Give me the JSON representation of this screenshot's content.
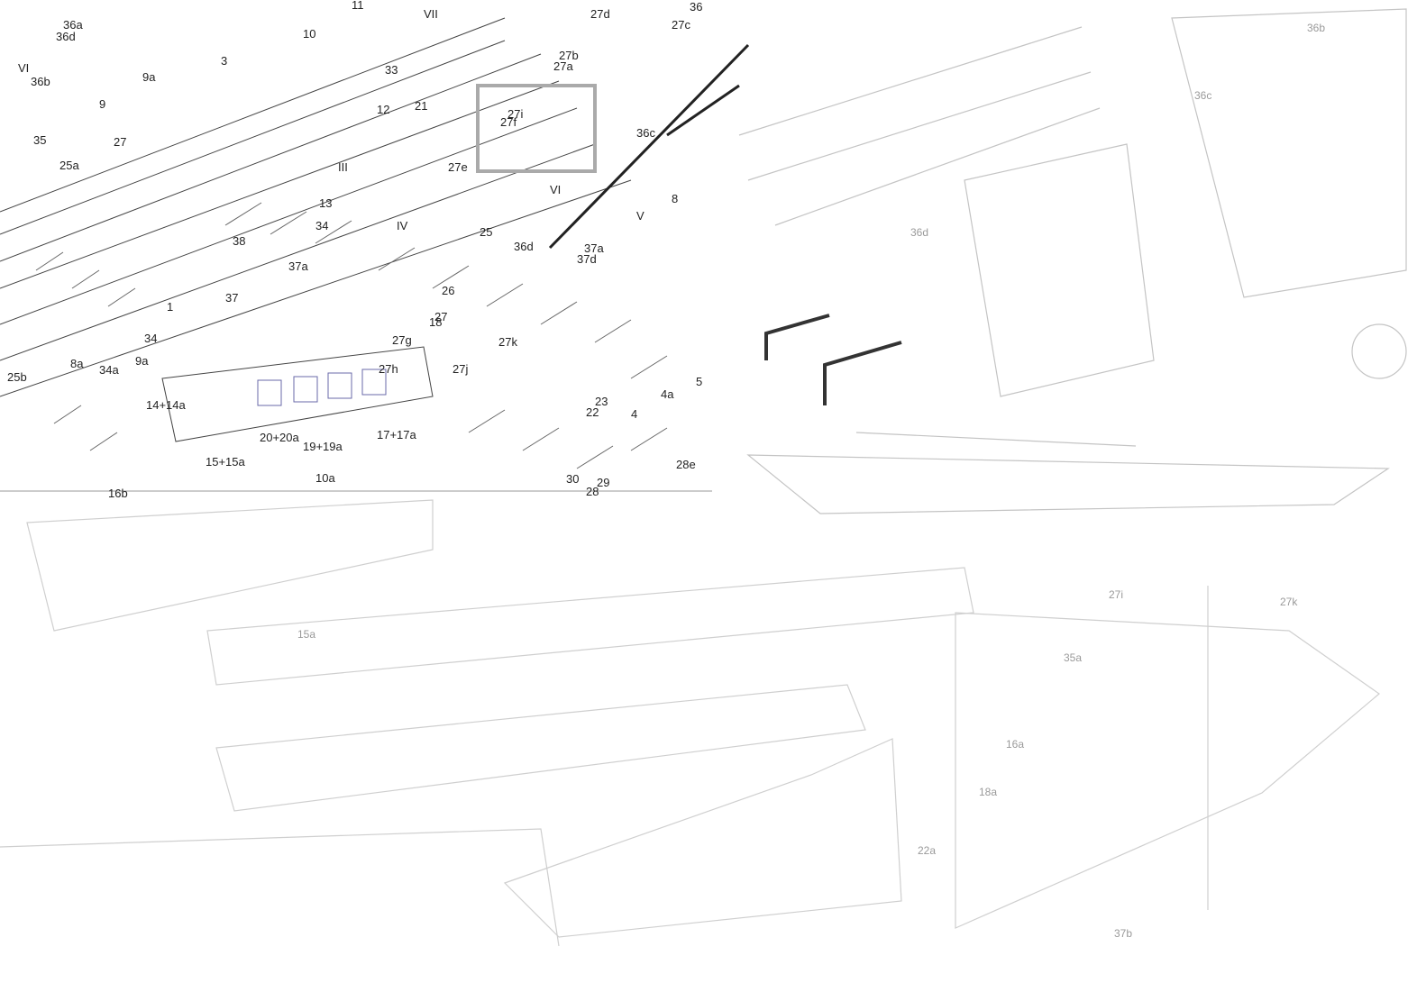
{
  "sheet": {
    "main_view": {
      "part_labels": [
        "36a",
        "36d",
        "VI",
        "36b",
        "9a",
        "9",
        "11",
        "VII",
        "10",
        "3",
        "33",
        "27d",
        "27c",
        "36",
        "27b",
        "27a",
        "27i",
        "27f",
        "27e",
        "35",
        "25a",
        "27",
        "III",
        "13",
        "34",
        "IV",
        "25",
        "36d",
        "38",
        "37a",
        "37",
        "1",
        "34",
        "9a",
        "8a",
        "34a",
        "25b",
        "14+14a",
        "20+20a",
        "19+19a",
        "17+17a",
        "15+15a",
        "16b",
        "10a",
        "27g",
        "27h",
        "27j",
        "27k",
        "26",
        "27",
        "18",
        "36c",
        "VI",
        "V",
        "8",
        "37a",
        "37d",
        "5",
        "4a",
        "4",
        "22",
        "23",
        "30",
        "29",
        "28",
        "28e",
        "12",
        "21"
      ]
    },
    "ghost_labels": [
      "36d",
      "36c",
      "36b",
      "35a",
      "27i",
      "27k",
      "15a",
      "16a",
      "18a",
      "22a",
      "37b"
    ]
  }
}
